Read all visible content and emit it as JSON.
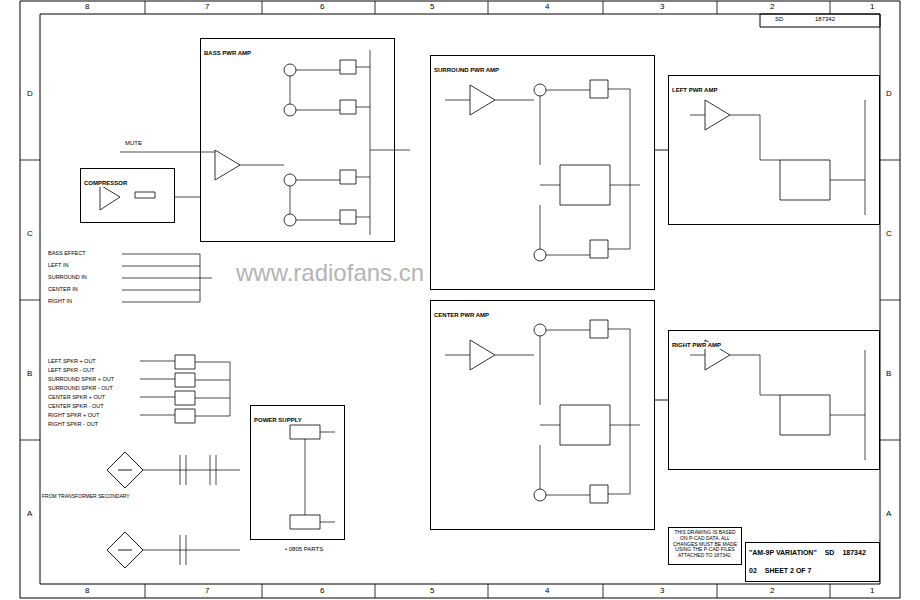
{
  "diagram": {
    "nodes": [
      {
        "text": [
          "BASS PWR AMP"
        ]
      },
      {
        "text": [
          "COMPRESSOR"
        ]
      },
      {
        "text": [
          "SURROUND PWR AMP"
        ]
      },
      {
        "text": [
          "LEFT PWR AMP"
        ]
      },
      {
        "text": [
          "CENTER PWR AMP"
        ]
      },
      {
        "text": [
          "RIGHT PWR AMP"
        ]
      },
      {
        "text": [
          "POWER SUPPLY"
        ]
      },
      {
        "text": [
          "THIS DRAWING IS BASED ON P-CAD DATA. ALL CHANGES MUST BE MADE USING THE P-CAD FILES ATTACHED TO 187342."
        ]
      },
      {
        "text": [
          "\"AM-9P VARIATION\"",
          "SD",
          "187342",
          "02",
          "SHEET 2 OF 7"
        ]
      }
    ],
    "edges": [
      {
        "from": 2,
        "to": 3,
        "arrow": "none"
      },
      {
        "from": 4,
        "to": 5,
        "arrow": "none"
      }
    ],
    "labels": [
      "8",
      "7",
      "6",
      "5",
      "4",
      "3",
      "2",
      "1",
      "8",
      "7",
      "6",
      "5",
      "4",
      "3",
      "2",
      "1",
      "D",
      "C",
      "B",
      "A",
      "D",
      "C",
      "B",
      "A",
      "www.radiofans.cn",
      "FROM TRANSFORMER SECONDARY",
      "MUTE",
      "SD",
      "187342",
      "• 0805 PARTS",
      "BASS EFFECT",
      "LEFT IN",
      "SURROUND IN",
      "CENTER IN",
      "RIGHT IN",
      "LEFT SPKR + OUT",
      "LEFT SPKR - OUT",
      "SURROUND SPKR + OUT",
      "SURROUND SPKR - OUT",
      "CENTER SPKR + OUT",
      "CENTER SPKR - OUT",
      "RIGHT SPKR + OUT",
      "RIGHT SPKR - OUT"
    ]
  }
}
